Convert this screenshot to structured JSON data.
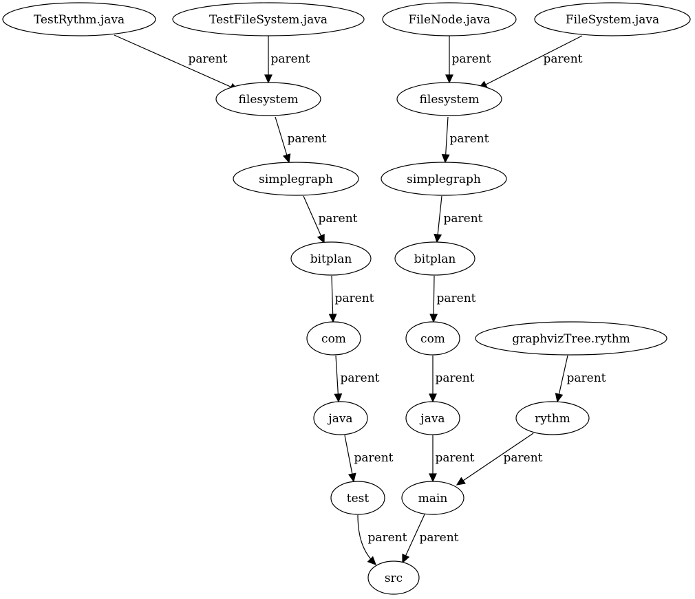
{
  "graph": {
    "nodes": [
      {
        "id": "n1",
        "label": "TestRythm.java"
      },
      {
        "id": "n2",
        "label": "TestFileSystem.java"
      },
      {
        "id": "n3",
        "label": "FileNode.java"
      },
      {
        "id": "n4",
        "label": "FileSystem.java"
      },
      {
        "id": "n5",
        "label": "filesystem"
      },
      {
        "id": "n6",
        "label": "filesystem"
      },
      {
        "id": "n7",
        "label": "simplegraph"
      },
      {
        "id": "n8",
        "label": "simplegraph"
      },
      {
        "id": "n9",
        "label": "bitplan"
      },
      {
        "id": "n10",
        "label": "bitplan"
      },
      {
        "id": "n11",
        "label": "com"
      },
      {
        "id": "n12",
        "label": "com"
      },
      {
        "id": "n13",
        "label": "graphvizTree.rythm"
      },
      {
        "id": "n14",
        "label": "java"
      },
      {
        "id": "n15",
        "label": "java"
      },
      {
        "id": "n16",
        "label": "rythm"
      },
      {
        "id": "n17",
        "label": "test"
      },
      {
        "id": "n18",
        "label": "main"
      },
      {
        "id": "n19",
        "label": "src"
      }
    ],
    "edges": [
      {
        "from": "n1",
        "to": "n5",
        "label": "parent"
      },
      {
        "from": "n2",
        "to": "n5",
        "label": "parent"
      },
      {
        "from": "n3",
        "to": "n6",
        "label": "parent"
      },
      {
        "from": "n4",
        "to": "n6",
        "label": "parent"
      },
      {
        "from": "n5",
        "to": "n7",
        "label": "parent"
      },
      {
        "from": "n6",
        "to": "n8",
        "label": "parent"
      },
      {
        "from": "n7",
        "to": "n9",
        "label": "parent"
      },
      {
        "from": "n8",
        "to": "n10",
        "label": "parent"
      },
      {
        "from": "n9",
        "to": "n11",
        "label": "parent"
      },
      {
        "from": "n10",
        "to": "n12",
        "label": "parent"
      },
      {
        "from": "n11",
        "to": "n14",
        "label": "parent"
      },
      {
        "from": "n12",
        "to": "n15",
        "label": "parent"
      },
      {
        "from": "n13",
        "to": "n16",
        "label": "parent"
      },
      {
        "from": "n14",
        "to": "n17",
        "label": "parent"
      },
      {
        "from": "n15",
        "to": "n18",
        "label": "parent"
      },
      {
        "from": "n16",
        "to": "n18",
        "label": "parent"
      },
      {
        "from": "n17",
        "to": "n19",
        "label": "parent"
      },
      {
        "from": "n18",
        "to": "n19",
        "label": "parent"
      }
    ]
  }
}
